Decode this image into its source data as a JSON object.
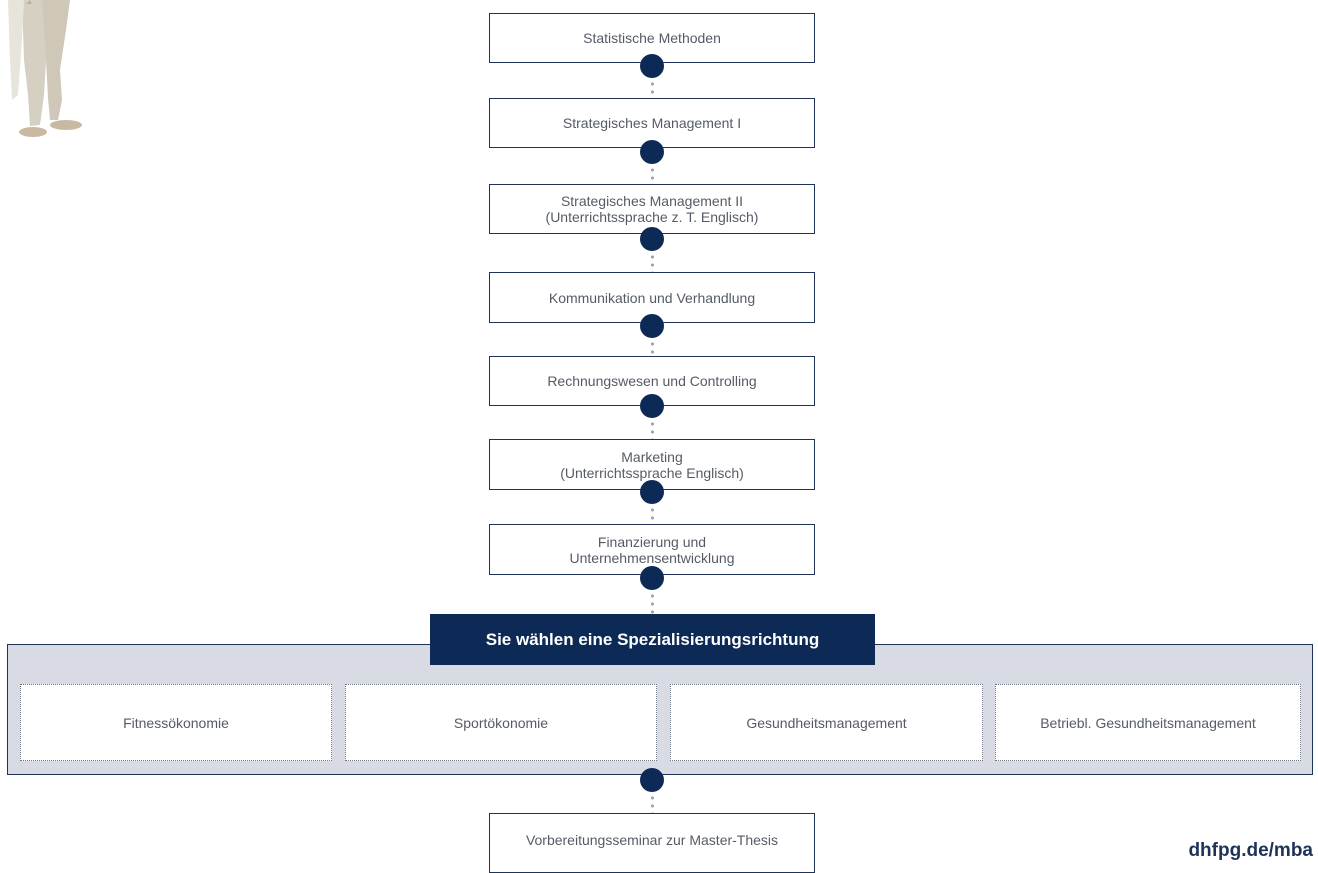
{
  "modules": [
    "Statistische Methoden",
    "Strategisches Management I",
    "Strategisches Management II\n(Unterrichtssprache z. T. Englisch)",
    "Kommunikation und Verhandlung",
    "Rechnungswesen und Controlling",
    "Marketing\n(Unterrichtssprache Englisch)",
    "Finanzierung und\nUnternehmensentwicklung"
  ],
  "specialization": {
    "title": "Sie wählen eine Spezialisierungsrichtung",
    "options": [
      "Fitnessökonomie",
      "Sportökonomie",
      "Gesundheitsmanagement",
      "Betriebl. Gesundheitsmanagement"
    ]
  },
  "final_module": "Vorbereitungsseminar zur Master-Thesis",
  "footer": {
    "link": "dhfpg.de/mba"
  },
  "colors": {
    "navy": "#0d2a57",
    "panel": "#d8dbe3",
    "border": "#1f3257"
  }
}
